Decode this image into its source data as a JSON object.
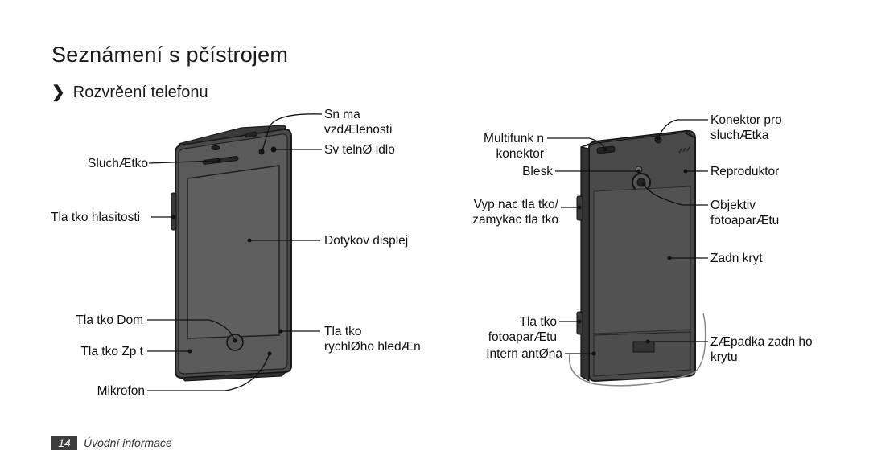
{
  "title": "Seznámení s pčístrojem",
  "section": {
    "bullet": "❯",
    "label": "Rozvrěení telefonu"
  },
  "front_labels": {
    "sensor_line1": "Sn ma",
    "sensor_line2": "vzdÆlenosti",
    "light_sensor": "Sv telnØ idlo",
    "earpiece": "SluchÆtko",
    "volume": "Tla tko hlasitosti",
    "touchscreen": "Dotykov displej",
    "home": "Tla tko Dom",
    "back": "Tla tko Zp t",
    "search_line1": "Tla tko",
    "search_line2": "rychlØho hledÆn",
    "microphone": "Mikrofon"
  },
  "back_labels": {
    "multi_line1": "Multifunk n",
    "multi_line2": "konektor",
    "flash": "Blesk",
    "power_line1": "Vyp nac tla tko/",
    "power_line2": "zamykac tla tko",
    "headset_line1": "Konektor pro",
    "headset_line2": "sluchÆtka",
    "speaker": "Reproduktor",
    "lens_line1": "Objektiv",
    "lens_line2": "fotoaparÆtu",
    "back_cover": "Zadn kryt",
    "camera_line1": "Tla tko",
    "camera_line2": "fotoaparÆtu",
    "antenna": "Intern antØna",
    "latch_line1": "ZÆpadka zadn ho",
    "latch_line2": "krytu"
  },
  "footer": {
    "page_number": "14",
    "chapter": "Úvodní informace"
  }
}
